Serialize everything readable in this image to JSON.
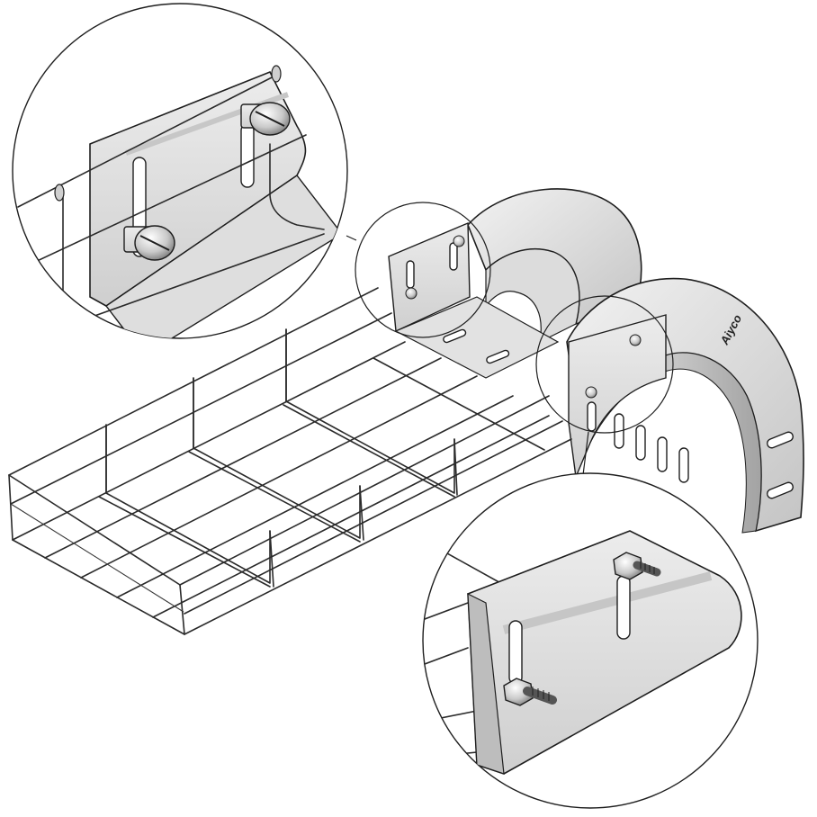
{
  "brand": {
    "logo_text": "Aiyco"
  },
  "colors": {
    "outline": "#1e1e1e",
    "steel_light": "#e9e9e9",
    "steel_mid": "#d2d2d2",
    "steel_dark": "#b3b3b3",
    "steel_shadow": "#8d8d8d",
    "paper": "#ffffff"
  },
  "illustration": {
    "subject": "wire-mesh-cable-tray-with-bend-connector",
    "callouts": [
      "top-left-detail-clamp-fixings",
      "bottom-right-detail-bolt-fixings",
      "small-top-connection-circle",
      "small-right-connection-circle"
    ]
  }
}
